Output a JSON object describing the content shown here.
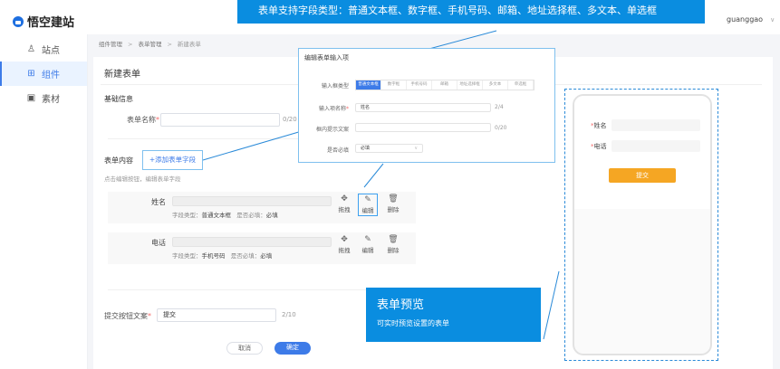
{
  "app": {
    "logo_text": "悟空建站",
    "user_name": "guanggao"
  },
  "sidebar": {
    "items": [
      {
        "label": "站点",
        "icon": "site-icon",
        "glyph": "♙",
        "active": false
      },
      {
        "label": "组件",
        "icon": "component-icon",
        "glyph": "⊞",
        "active": true
      },
      {
        "label": "素材",
        "icon": "material-icon",
        "glyph": "▣",
        "active": false
      }
    ]
  },
  "breadcrumb": [
    "组件管理",
    "表单管理",
    "新建表单"
  ],
  "page": {
    "title": "新建表单",
    "basic_section": "基础信息",
    "form_name_label": "表单名称",
    "form_name_value": "",
    "form_name_count": "0/20",
    "content_section": "表单内容",
    "add_field_label": "+添加表单字段",
    "hint": "点击编辑按钮，编辑表单字段",
    "fields": [
      {
        "name": "姓名",
        "type_label": "字段类型：",
        "type": "普通文本框",
        "required_label": "是否必填：",
        "required": "必填"
      },
      {
        "name": "电话",
        "type_label": "字段类型：",
        "type": "手机号码",
        "required_label": "是否必填：",
        "required": "必填"
      }
    ],
    "actions": {
      "drag": "拖拽",
      "edit": "编辑",
      "delete": "删除"
    },
    "submit_text_label": "提交按钮文案",
    "submit_text_value": "提交",
    "submit_text_count": "2/10",
    "cancel": "取消",
    "confirm": "确定"
  },
  "callouts": {
    "field_types": "表单支持字段类型：普通文本框、数字框、手机号码、邮箱、地址选择框、多文本、单选框",
    "preview_title": "表单预览",
    "preview_desc": "可实时预览设置的表单"
  },
  "edit_dialog": {
    "title": "编辑表单输入项",
    "type_label": "输入框类型",
    "types": [
      "普通文本框",
      "数字框",
      "手机号码",
      "邮箱",
      "地址选择框",
      "多文本",
      "单选框"
    ],
    "selected_type": "普通文本框",
    "name_label": "输入项名称",
    "name_value": "姓名",
    "name_count": "2/4",
    "placeholder_label": "框内提示文案",
    "placeholder_value": "",
    "placeholder_count": "0/20",
    "required_label": "是否必填",
    "required_value": "必填"
  },
  "preview": {
    "fields": [
      "姓名",
      "电话"
    ],
    "submit": "提交",
    "submit_color": "#f5a623"
  },
  "colors": {
    "accent": "#3d7be8",
    "callout": "#0a8de0"
  }
}
